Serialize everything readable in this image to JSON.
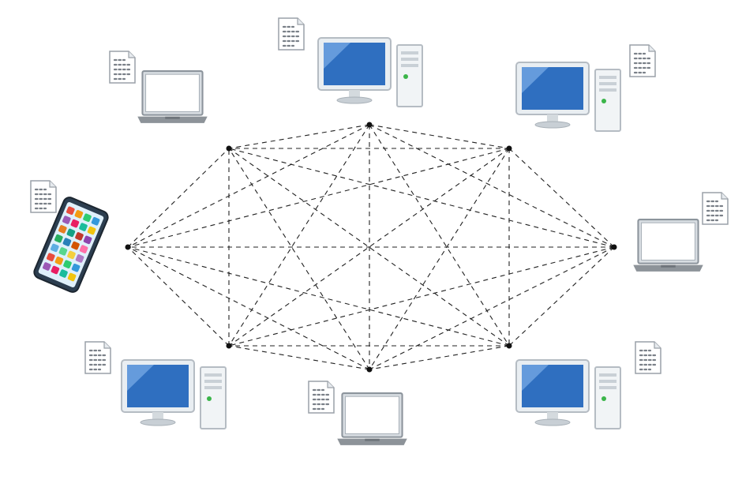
{
  "colors": {
    "background": "#ffffff",
    "link_line": "#222222",
    "screen_blue": "#2f6fc0",
    "screen_blue_light": "#6fa3e0",
    "device_frame": "#e9eef2",
    "device_outline": "#8c949c",
    "laptop_base": "#8d9399",
    "power_led": "#3bb54a",
    "paper": "#ffffff",
    "paper_lines": "#7a8088"
  },
  "network": {
    "topology": "full-mesh",
    "line_style": "dashed",
    "node_count": 8
  },
  "devices": [
    {
      "id": "laptop-top-left",
      "kind": "laptop",
      "has_document": true
    },
    {
      "id": "desktop-top-center",
      "kind": "desktop",
      "has_document": true
    },
    {
      "id": "desktop-top-right",
      "kind": "desktop",
      "has_document": true
    },
    {
      "id": "smartphone-left",
      "kind": "smartphone",
      "has_document": true
    },
    {
      "id": "laptop-right",
      "kind": "laptop",
      "has_document": true
    },
    {
      "id": "desktop-bottom-left",
      "kind": "desktop",
      "has_document": true
    },
    {
      "id": "laptop-bottom-center",
      "kind": "laptop",
      "has_document": true
    },
    {
      "id": "desktop-bottom-right",
      "kind": "desktop",
      "has_document": true
    }
  ],
  "app_tile_colors": [
    "#e84c3d",
    "#f39c12",
    "#2ecc71",
    "#3498db",
    "#9b59b6",
    "#e91e63",
    "#1abc9c",
    "#f1c40f",
    "#e67e22",
    "#16a085",
    "#c0392b",
    "#8e44ad",
    "#27ae60",
    "#2980b9",
    "#d35400",
    "#ff6fa8",
    "#5dade2",
    "#58d68d",
    "#f4d03f",
    "#af7ac5"
  ]
}
